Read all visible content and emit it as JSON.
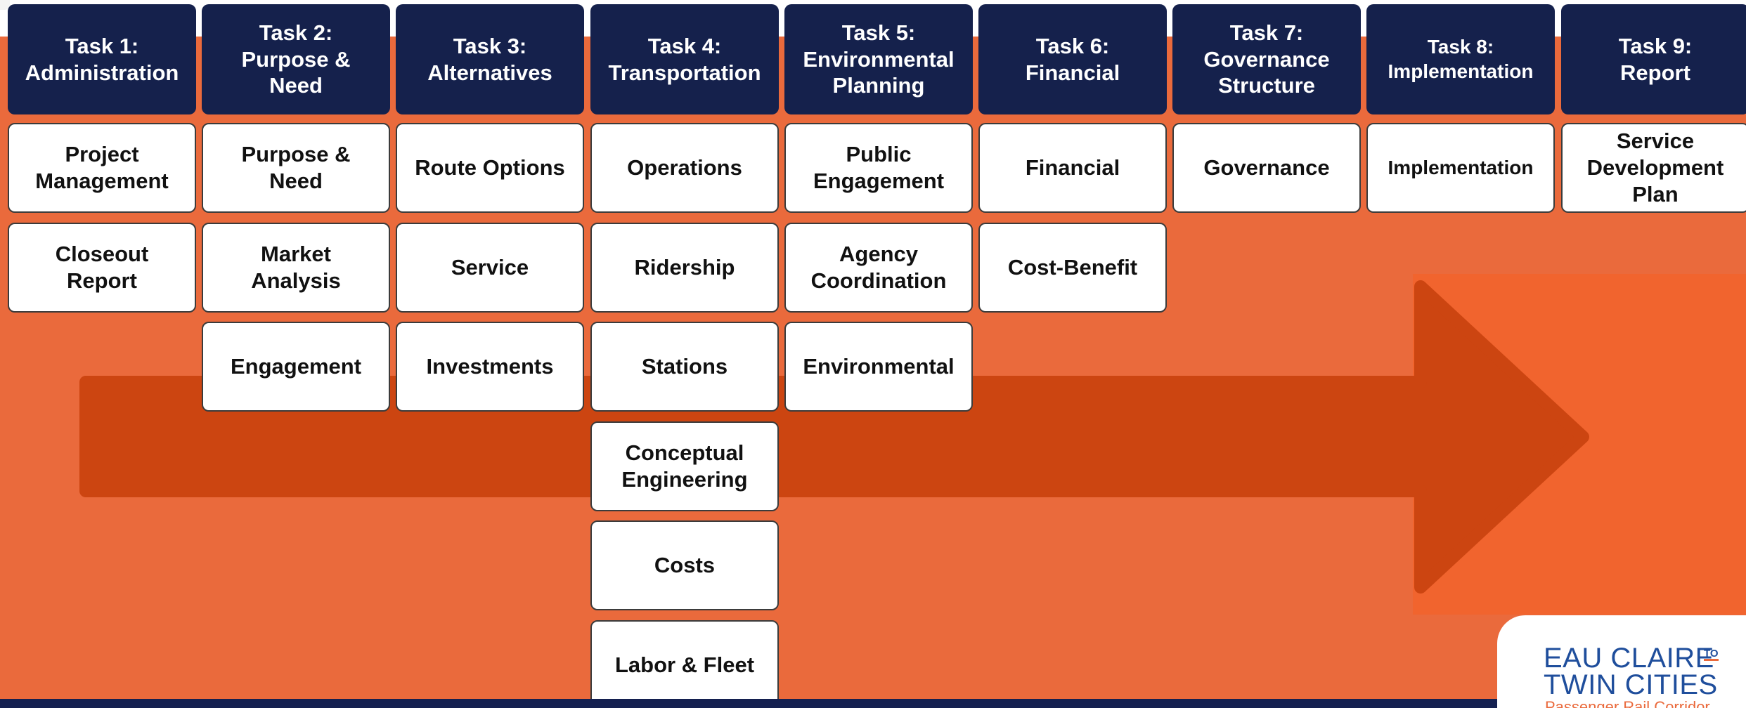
{
  "colors": {
    "header_bg": "#15214C",
    "background": "#EA6A3C",
    "arrow": "#CC4511",
    "box_bg": "#FFFFFF",
    "logo_blue": "#1F4E9C",
    "logo_orange": "#EA6A3C"
  },
  "tasks": [
    {
      "header": "Task 1:\nAdministration",
      "items": [
        "Project\nManagement",
        "Closeout\nReport"
      ]
    },
    {
      "header": "Task 2:\nPurpose &\nNeed",
      "items": [
        "Purpose &\nNeed",
        "Market\nAnalysis",
        "Engagement"
      ]
    },
    {
      "header": "Task 3:\nAlternatives",
      "items": [
        "Route Options",
        "Service",
        "Investments"
      ]
    },
    {
      "header": "Task 4:\nTransportation",
      "items": [
        "Operations",
        "Ridership",
        "Stations",
        "Conceptual\nEngineering",
        "Costs",
        "Labor & Fleet"
      ]
    },
    {
      "header": "Task 5:\nEnvironmental\nPlanning",
      "items": [
        "Public\nEngagement",
        "Agency\nCoordination",
        "Environmental"
      ]
    },
    {
      "header": "Task 6:\nFinancial",
      "items": [
        "Financial",
        "Cost-Benefit"
      ]
    },
    {
      "header": "Task 7:\nGovernance\nStructure",
      "items": [
        "Governance"
      ]
    },
    {
      "header": "Task 8:\nImplementation",
      "items": [
        "Implementation"
      ]
    },
    {
      "header": "Task 9:\nReport",
      "items": [
        "Service\nDevelopment\nPlan"
      ]
    }
  ],
  "logo": {
    "line1": "EAU CLAIRE",
    "to": "TO",
    "line2": "TWIN CITIES",
    "subtitle": "Passenger Rail Corridor"
  }
}
